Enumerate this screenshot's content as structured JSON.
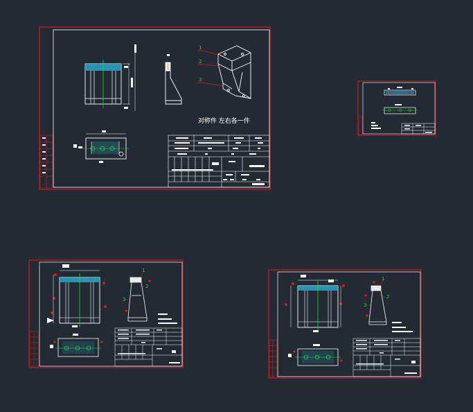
{
  "viewport": {
    "background": "#222a33"
  },
  "colors": {
    "frame": "#e0161d",
    "line": "#ffffff",
    "centerline": "#22dd33",
    "hatch": "#2aa7c8",
    "balloon": "#22dd33",
    "dim": "#ffffff"
  },
  "sheet1": {
    "note": "对称件  左右各一件",
    "balloons": [
      "1",
      "2",
      "3"
    ]
  },
  "sheet3": {
    "balloons": [
      "1",
      "2",
      "3"
    ]
  },
  "sheet4": {
    "balloons": [
      "1",
      "2",
      "3"
    ]
  }
}
